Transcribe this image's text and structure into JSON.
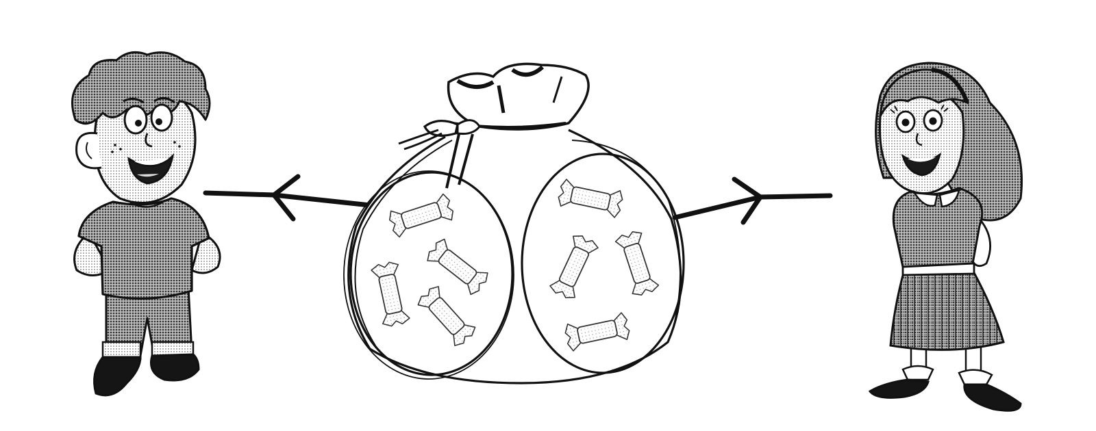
{
  "colors": {
    "ink": "#111111",
    "shade": "#8a8a8a",
    "shade_light": "#c8c8c8",
    "paper": "#ffffff"
  },
  "diagram": {
    "groups": [
      {
        "id": "left-group",
        "candy_count": 4,
        "arrow_direction": "left",
        "recipient": "boy"
      },
      {
        "id": "right-group",
        "candy_count": 4,
        "arrow_direction": "right",
        "recipient": "girl"
      }
    ],
    "total_candies": 8,
    "icons": [
      "boy-figure-icon",
      "candy-bag-icon",
      "candy-icon",
      "girl-figure-icon",
      "arrow-left-icon",
      "arrow-right-icon"
    ]
  }
}
